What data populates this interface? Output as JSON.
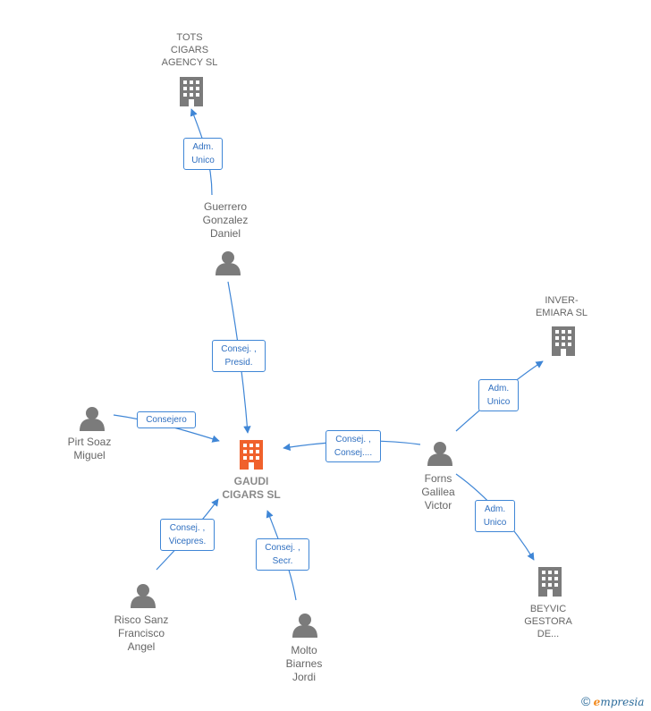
{
  "nodes": {
    "gaudi": {
      "label_1": "GAUDI",
      "label_2": "CIGARS  SL",
      "icon": "building-icon",
      "color": "#f0612c"
    },
    "tots": {
      "label_1": "TOTS",
      "label_2": "CIGARS",
      "label_3": "AGENCY  SL",
      "icon": "building-icon"
    },
    "inver": {
      "label_1": "INVER-",
      "label_2": "EMIARA  SL",
      "icon": "building-icon"
    },
    "beyvic": {
      "label_1": "BEYVIC",
      "label_2": "GESTORA",
      "label_3": "DE...",
      "icon": "building-icon"
    },
    "guerrero": {
      "label_1": "Guerrero",
      "label_2": "Gonzalez",
      "label_3": "Daniel",
      "icon": "person-icon"
    },
    "pirt": {
      "label_1": "Pirt Soaz",
      "label_2": "Miguel",
      "icon": "person-icon"
    },
    "forns": {
      "label_1": "Forns",
      "label_2": "Galilea",
      "label_3": "Victor",
      "icon": "person-icon"
    },
    "risco": {
      "label_1": "Risco Sanz",
      "label_2": "Francisco",
      "label_3": "Angel",
      "icon": "person-icon"
    },
    "molto": {
      "label_1": "Molto",
      "label_2": "Biarnes",
      "label_3": "Jordi",
      "icon": "person-icon"
    }
  },
  "edges": {
    "guerrero_tots": {
      "line_1": "Adm.",
      "line_2": "Unico"
    },
    "guerrero_gaudi": {
      "line_1": "Consej. ,",
      "line_2": "Presid."
    },
    "pirt_gaudi": {
      "line_1": "Consejero"
    },
    "forns_gaudi": {
      "line_1": "Consej. ,",
      "line_2": "Consej...."
    },
    "forns_inver": {
      "line_1": "Adm.",
      "line_2": "Unico"
    },
    "forns_beyvic": {
      "line_1": "Adm.",
      "line_2": "Unico"
    },
    "risco_gaudi": {
      "line_1": "Consej. ,",
      "line_2": "Vicepres."
    },
    "molto_gaudi": {
      "line_1": "Consej. ,",
      "line_2": "Secr."
    }
  },
  "colors": {
    "edge": "#3f86d6",
    "icon_gray": "#7b7b7b",
    "main_accent": "#f0612c"
  },
  "footer": {
    "copyright_symbol": "©",
    "brand_e": "e",
    "brand_rest": "mpresia"
  }
}
